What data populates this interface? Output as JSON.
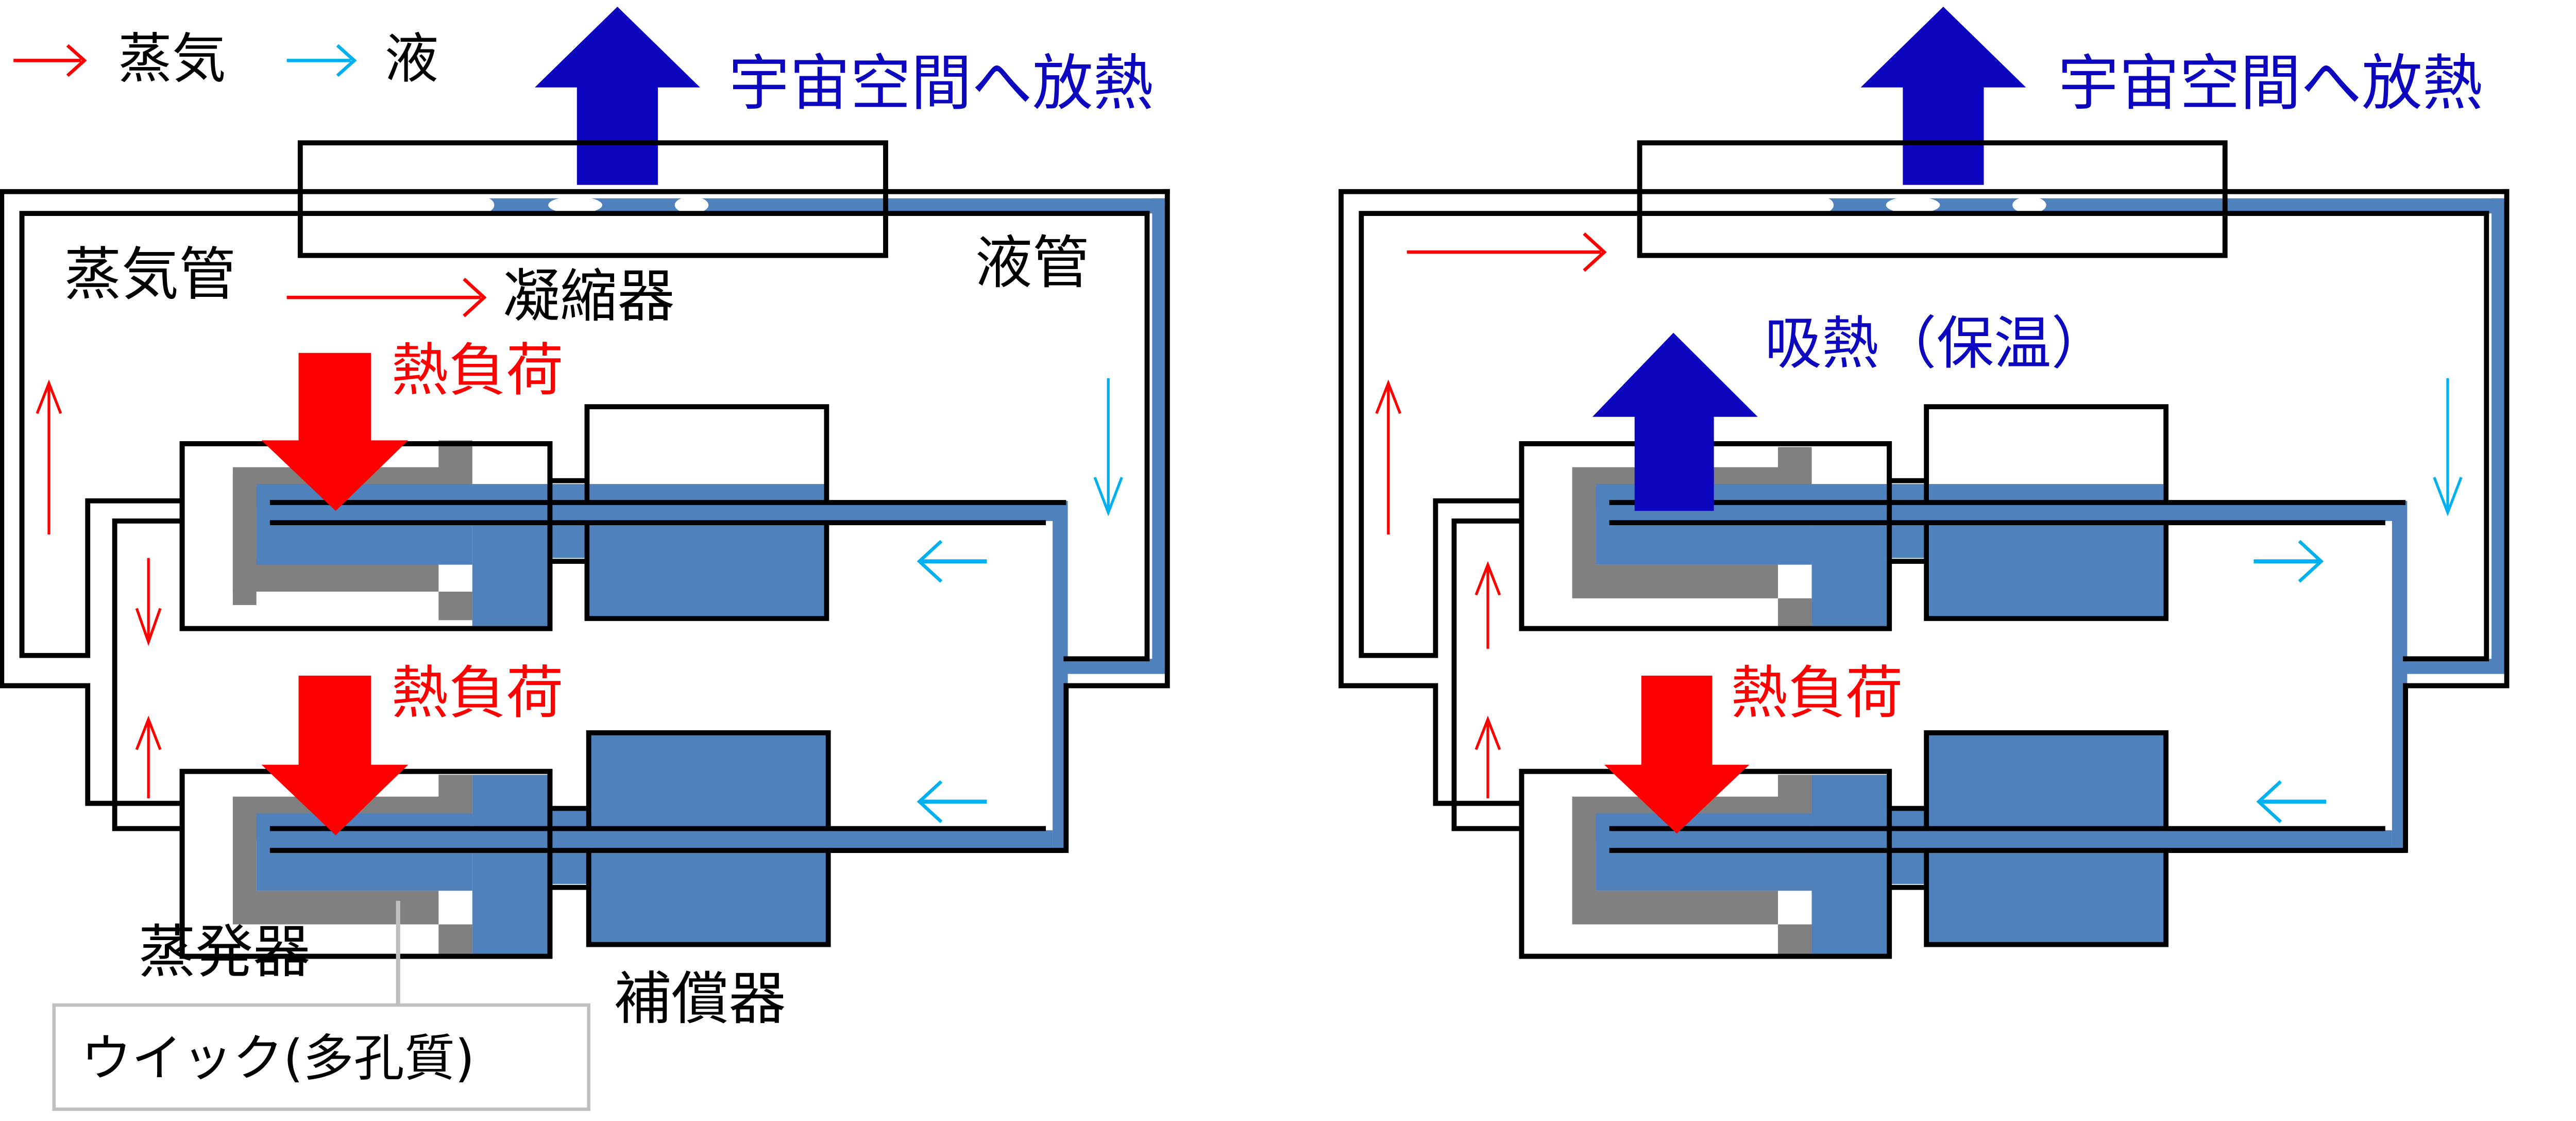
{
  "colors": {
    "vapor_arrow": "#FF0000",
    "liquid_arrow": "#00B0F0",
    "liquid_fill": "#4F81BD",
    "wick_fill": "#808080",
    "heat_out_arrow": "#0C07BE",
    "heat_load_arrow": "#FF0000",
    "outline": "#000000",
    "callout_border": "#BFBFBF"
  },
  "legend": {
    "vapor_label": "蒸気",
    "liquid_label": "液"
  },
  "left_diagram": {
    "heat_out_label": "宇宙空間へ放熱",
    "vapor_line_label": "蒸気管",
    "condenser_label": "凝縮器",
    "liquid_line_label": "液管",
    "heat_load_upper_label": "熱負荷",
    "heat_load_lower_label": "熱負荷",
    "evaporator_label": "蒸発器",
    "compensator_label": "補償器",
    "wick_callout_label": "ウイック(多孔質)"
  },
  "right_diagram": {
    "heat_out_label": "宇宙空間へ放熱",
    "heat_absorb_label": "吸熱（保温）",
    "heat_load_lower_label": "熱負荷"
  }
}
